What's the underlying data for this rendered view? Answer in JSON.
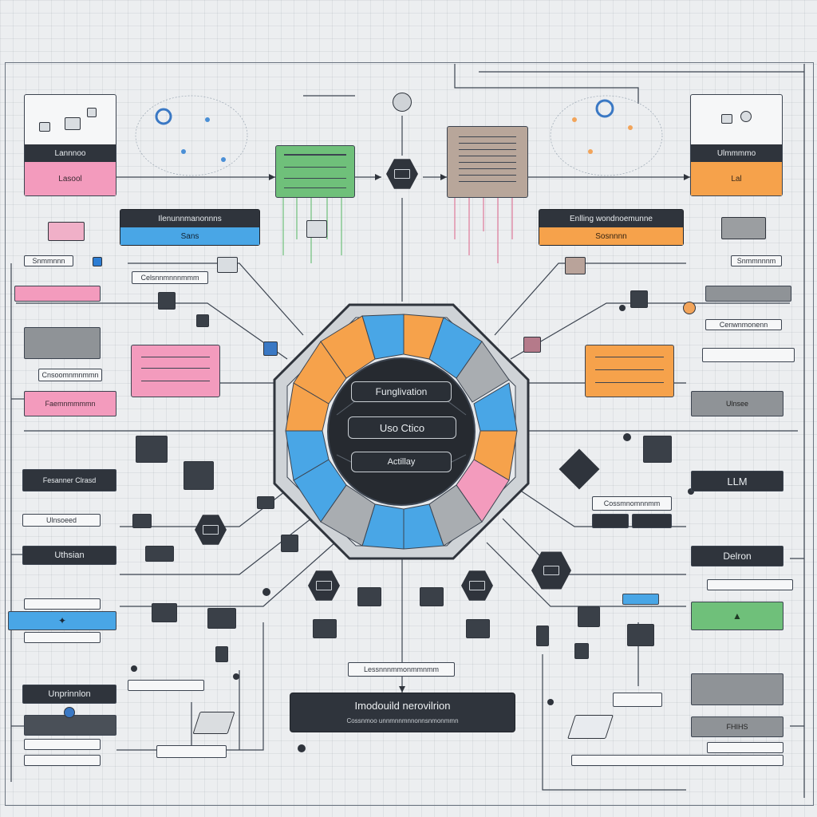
{
  "colors": {
    "pink": "#f39bbd",
    "orange": "#f6a24b",
    "blue": "#49a6e6",
    "green": "#6fc07a",
    "dark": "#2f343c",
    "grey": "#8f9397"
  },
  "hub": {
    "top_label": "Funglivation",
    "middle_label": "Uso Ctico",
    "bottom_label": "Actillay"
  },
  "left": {
    "card_top_band": "Lannnoo",
    "card_top_sub": "Lasool",
    "service_title": "Ilenunnmanonnns",
    "service_sub": "Sans",
    "chip_pink": "Faemnmmmmn",
    "label_side": "Ulnsoeed",
    "label_a": "Uthsian",
    "label_b": "Unprinnlon",
    "label_c": "Fesanner Clrasd",
    "small_1": "Snmmnnn",
    "small_2": "Celsnnmnnnmmm",
    "small_3": "Cnsoomnmnmmn"
  },
  "right": {
    "card_top_band": "Ulmmmmo",
    "card_top_sub": "Lal",
    "service_title": "Enlling wondnoemunne",
    "service_sub": "Sosnnnn",
    "chip_grey": "Ulnsee",
    "llm": "LLM",
    "delron": "Delron",
    "fhihs": "FHIHS",
    "small_1": "Snmmnnnm",
    "small_2": "Cenwnmonenn",
    "small_3": "Cossmnomnnmm"
  },
  "bottom": {
    "title": "Imodouild nerovilrion",
    "subtitle": "Cossnmoo unnmnnmnnonnsnmonmmn",
    "tag": "Lessnnnmmonmmnmm"
  }
}
